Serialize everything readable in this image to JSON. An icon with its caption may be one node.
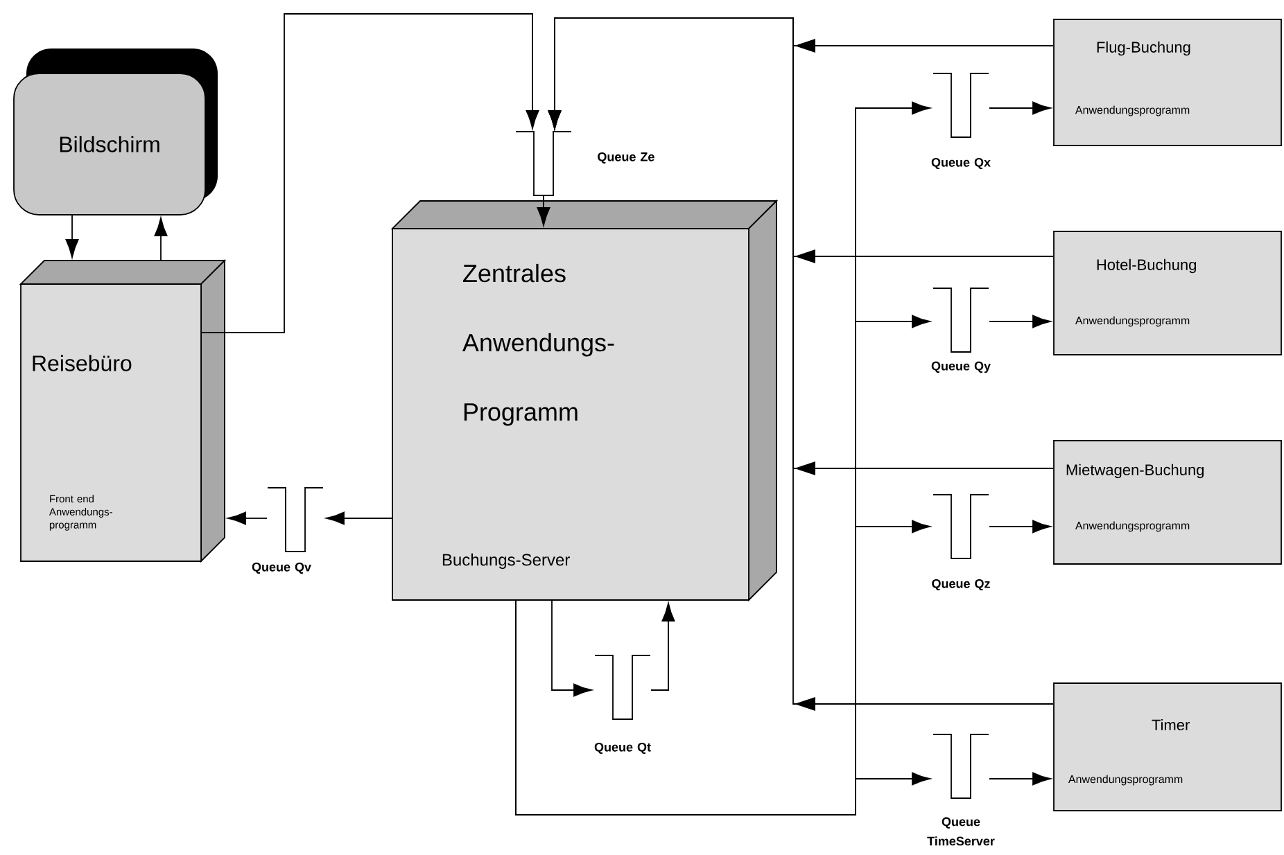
{
  "diagram": {
    "nodes": [
      {
        "text": [
          "Bildschirm"
        ]
      },
      {
        "text": [
          "Reisebüro",
          "Front end Anwendungs-programm"
        ]
      },
      {
        "text": [
          "Zentrales Anwendungs-Programm",
          "Buchungs-Server"
        ]
      },
      {
        "text": [
          "Flug-Buchung",
          "Anwendungsprogramm"
        ]
      },
      {
        "text": [
          "Hotel-Buchung",
          "Anwendungsprogramm"
        ]
      },
      {
        "text": [
          "Mietwagen-Buchung",
          "Anwendungsprogramm"
        ]
      },
      {
        "text": [
          "Timer",
          "Anwendungsprogramm"
        ]
      },
      {
        "text": [
          "Queue Ze"
        ]
      },
      {
        "text": [
          "Queue Qx"
        ]
      },
      {
        "text": [
          "Queue Qy"
        ]
      },
      {
        "text": [
          "Queue Qz"
        ]
      },
      {
        "text": [
          "Queue TimeServer"
        ]
      },
      {
        "text": [
          "Queue Qv"
        ]
      },
      {
        "text": [
          "Queue Qt"
        ]
      }
    ],
    "edges": [
      {
        "from": 0,
        "to": 1,
        "arrow": "to"
      },
      {
        "from": 1,
        "to": 0,
        "arrow": "to"
      },
      {
        "from": 1,
        "to": 7,
        "arrow": "to"
      },
      {
        "from": 3,
        "to": 7,
        "arrow": "to"
      },
      {
        "from": 4,
        "to": 7,
        "arrow": "to"
      },
      {
        "from": 5,
        "to": 7,
        "arrow": "to"
      },
      {
        "from": 6,
        "to": 7,
        "arrow": "to"
      },
      {
        "from": 7,
        "to": 2,
        "arrow": "to"
      },
      {
        "from": 2,
        "to": 12,
        "arrow": "to"
      },
      {
        "from": 12,
        "to": 1,
        "arrow": "to"
      },
      {
        "from": 2,
        "to": 13,
        "arrow": "to"
      },
      {
        "from": 13,
        "to": 2,
        "arrow": "to"
      },
      {
        "from": 2,
        "to": 8,
        "arrow": "to"
      },
      {
        "from": 2,
        "to": 9,
        "arrow": "to"
      },
      {
        "from": 2,
        "to": 10,
        "arrow": "to"
      },
      {
        "from": 2,
        "to": 11,
        "arrow": "to"
      },
      {
        "from": 8,
        "to": 3,
        "arrow": "to"
      },
      {
        "from": 9,
        "to": 4,
        "arrow": "to"
      },
      {
        "from": 10,
        "to": 5,
        "arrow": "to"
      },
      {
        "from": 11,
        "to": 6,
        "arrow": "to"
      }
    ]
  }
}
